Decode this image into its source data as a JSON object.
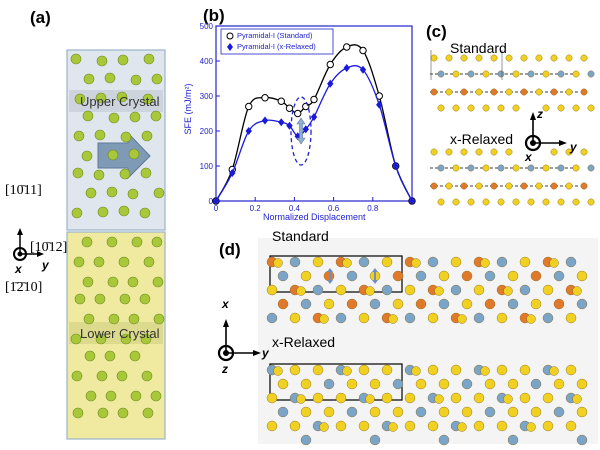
{
  "panel_labels": {
    "a": "(a)",
    "b": "(b)",
    "c": "(c)",
    "d": "(d)"
  },
  "panel_a": {
    "upper_label": "Upper Crystal",
    "lower_label": "Lower Crystal",
    "miller_1": "[10̄11]",
    "miller_2": "[10̄12]",
    "miller_3": "[1̄2̄10]",
    "axis_x": "x",
    "axis_y": "y"
  },
  "panel_c": {
    "standard": "Standard",
    "relaxed": "x-Relaxed",
    "axis_z": "z",
    "axis_x": "x",
    "axis_y": "y"
  },
  "panel_d": {
    "standard": "Standard",
    "relaxed": "x-Relaxed",
    "axis_x": "x",
    "axis_y": "y",
    "axis_z": "z"
  },
  "chart_data": {
    "type": "line",
    "xlabel": "Normalized Displacement",
    "ylabel": "SFE (mJ/m²)",
    "xlim": [
      0,
      1
    ],
    "ylim": [
      0,
      500
    ],
    "xticks": [
      "0",
      "0.2",
      "0.4",
      "0.6",
      "0.8"
    ],
    "yticks": [
      "0",
      "100",
      "200",
      "300",
      "400",
      "500"
    ],
    "legend_position": "top-left",
    "series": [
      {
        "name": "Pyramidal-I (Standard)",
        "color": "#000000",
        "marker": "open-circle",
        "x": [
          0,
          0.083,
          0.167,
          0.25,
          0.333,
          0.375,
          0.417,
          0.458,
          0.5,
          0.583,
          0.667,
          0.75,
          0.833,
          0.917,
          1.0
        ],
        "y": [
          0,
          90,
          270,
          295,
          285,
          265,
          250,
          270,
          290,
          390,
          440,
          430,
          300,
          100,
          0
        ]
      },
      {
        "name": "Pyramidal-I (x-Relaxed)",
        "color": "#1a1adc",
        "marker": "filled-diamond",
        "x": [
          0,
          0.083,
          0.167,
          0.25,
          0.333,
          0.375,
          0.417,
          0.458,
          0.5,
          0.583,
          0.667,
          0.75,
          0.833,
          0.917,
          1.0
        ],
        "y": [
          0,
          80,
          200,
          230,
          225,
          215,
          185,
          205,
          240,
          335,
          380,
          375,
          275,
          100,
          0
        ]
      }
    ]
  },
  "colors": {
    "green_atom": "#a8c83a",
    "yellow_atom": "#f0d020",
    "blue_atom": "#7aa4c8",
    "orange_atom": "#e07a2a"
  }
}
